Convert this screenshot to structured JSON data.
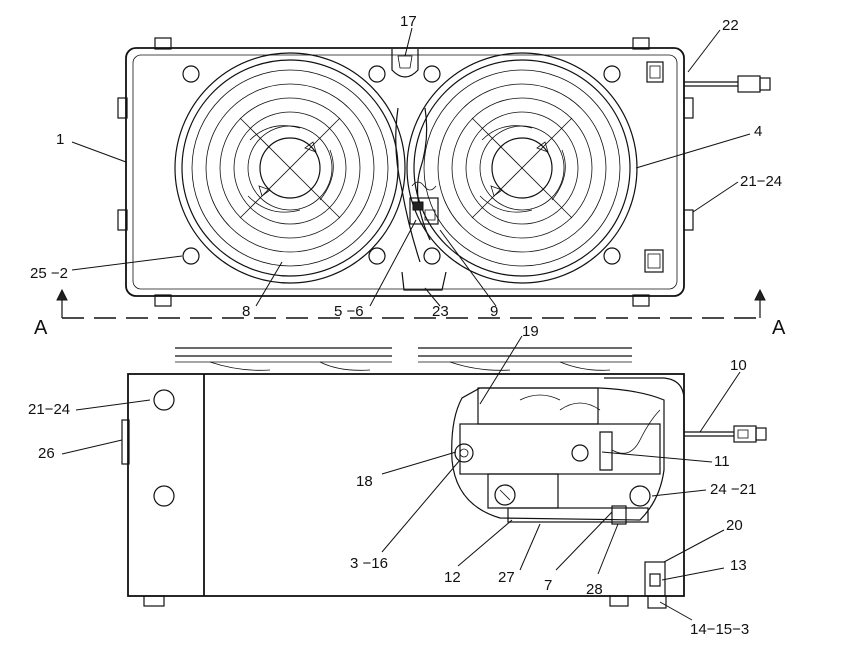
{
  "section_marker": {
    "left": "A",
    "right": "A"
  },
  "callouts": {
    "c1": "1",
    "c17": "17",
    "c22": "22",
    "c4": "4",
    "c21_24_top": "21−24",
    "c25_2": "25 −2",
    "c8": "8",
    "c5_6": "5 −6",
    "c23": "23",
    "c9": "9",
    "c19": "19",
    "c10": "10",
    "c21_24_side": "21−24",
    "c26": "26",
    "c11": "11",
    "c18": "18",
    "c24_21": "24 −21",
    "c3_16": "3 −16",
    "c20": "20",
    "c13": "13",
    "c12": "12",
    "c27": "27",
    "c7": "7",
    "c28": "28",
    "c14_15_3": "14−15−3"
  }
}
